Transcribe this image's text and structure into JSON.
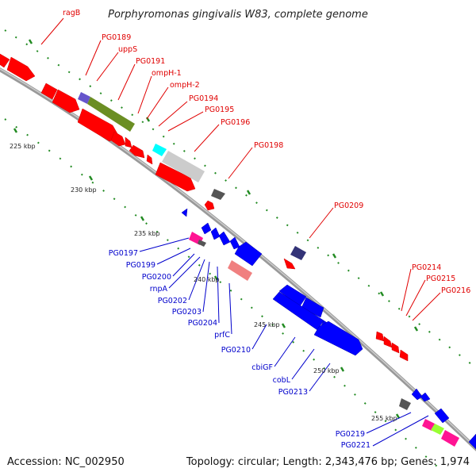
{
  "header": {
    "title": "Porphyromonas gingivalis W83, complete genome"
  },
  "footer": {
    "accession": "Accession: NC_002950",
    "stats": "Topology: circular; Length: 2,343,476 bp; Genes: 1,974"
  },
  "ticks": [
    "225 kbp",
    "230 kbp",
    "235 kbp",
    "240 kbp",
    "245 kbp",
    "250 kbp",
    "255 kbp"
  ],
  "labels_forward": [
    "ragB",
    "PG0189",
    "uppS",
    "PG0191",
    "ompH-1",
    "ompH-2",
    "PG0194",
    "PG0195",
    "PG0196",
    "PG0198",
    "PG0209",
    "PG0214",
    "PG0215",
    "PG0216"
  ],
  "labels_reverse": [
    "PG0197",
    "PG0199",
    "PG0200",
    "rnpA",
    "PG0202",
    "PG0203",
    "PG0204",
    "prfC",
    "PG0210",
    "cbiGF",
    "cobL",
    "PG0213",
    "PG0219",
    "PG0221"
  ],
  "colors": {
    "forward": "#ff0000",
    "reverse": "#0000ff",
    "backbone": "#909090",
    "gc_marks": "#228b22",
    "feature_purple": "#6655cc",
    "feature_olive": "#6b8e23",
    "feature_cyan": "#00ffff",
    "feature_gray": "#c8c8c8",
    "feature_darkgray": "#555555",
    "feature_navy": "#333377",
    "feature_magenta": "#ff1493",
    "feature_pink": "#f08080",
    "feature_lime": "#99ff33"
  }
}
